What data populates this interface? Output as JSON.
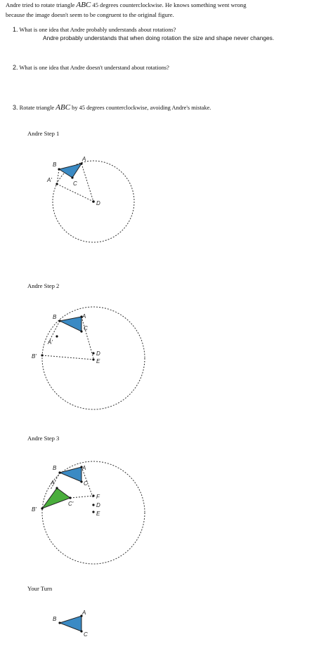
{
  "intro": {
    "line1_a": "Andre tried to rotate triangle",
    "triangle": "ABC",
    "line1_b": "45 degrees counterclockwise. He knows something went wrong",
    "line2": "because the image doesn't seem to be congruent to the original figure."
  },
  "questions": [
    {
      "num": "1.",
      "text": "What is one idea that Andre probably understands about rotations?",
      "answer": "Andre probably understands that when doing rotation the size and shape never changes."
    },
    {
      "num": "2.",
      "text": "What is one idea that Andre doesn't understand about rotations?"
    },
    {
      "num": "3.",
      "text_a": "Rotate triangle",
      "triangle": "ABC",
      "text_b": "by 45 degrees counterclockwise, avoiding Andre's mistake."
    }
  ],
  "steps": [
    {
      "title": "Andre Step 1",
      "labels": {
        "A": "A",
        "B": "B",
        "C": "C",
        "A2": "A'",
        "D": "D"
      }
    },
    {
      "title": "Andre Step 2",
      "labels": {
        "A": "A",
        "B": "B",
        "C": "C",
        "A2": "A'",
        "B2": "B'",
        "D": "D",
        "E": "E"
      }
    },
    {
      "title": "Andre Step 3",
      "labels": {
        "A": "A",
        "B": "B",
        "C": "C",
        "A2": "A'",
        "B2": "B'",
        "C2": "C'",
        "D": "D",
        "E": "E",
        "F": "F"
      }
    },
    {
      "title": "Your Turn",
      "labels": {
        "A": "A",
        "B": "B",
        "C": "C"
      }
    }
  ],
  "colors": {
    "triangle_blue": "#3a8ac4",
    "triangle_green": "#4aae3c"
  }
}
